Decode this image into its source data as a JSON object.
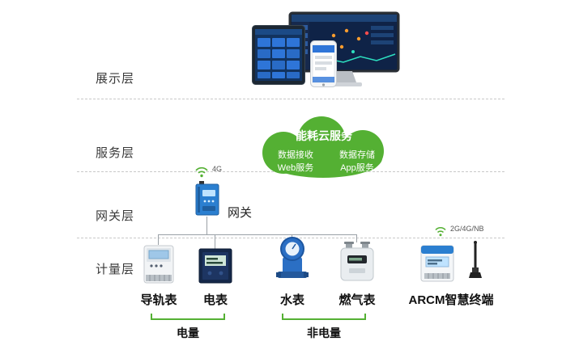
{
  "layers": [
    {
      "label": "展示层"
    },
    {
      "label": "服务层"
    },
    {
      "label": "网关层"
    },
    {
      "label": "计量层"
    }
  ],
  "cloud": {
    "title": "能耗云服务",
    "items": [
      {
        "label": "数据接收"
      },
      {
        "label": "数据存储"
      },
      {
        "label": "Web服务"
      },
      {
        "label": "App服务"
      }
    ]
  },
  "gateway": {
    "label": "网关",
    "network": "4G"
  },
  "meters": [
    {
      "label": "导轨表"
    },
    {
      "label": "电表"
    },
    {
      "label": "水表"
    },
    {
      "label": "燃气表"
    },
    {
      "label": "ARCM智慧终端"
    }
  ],
  "arcm": {
    "network": "2G/4G/NB"
  },
  "groups": [
    {
      "label": "电量"
    },
    {
      "label": "非电量"
    }
  ],
  "colors": {
    "green": "#54b033",
    "blue": "#2b7fd0"
  }
}
